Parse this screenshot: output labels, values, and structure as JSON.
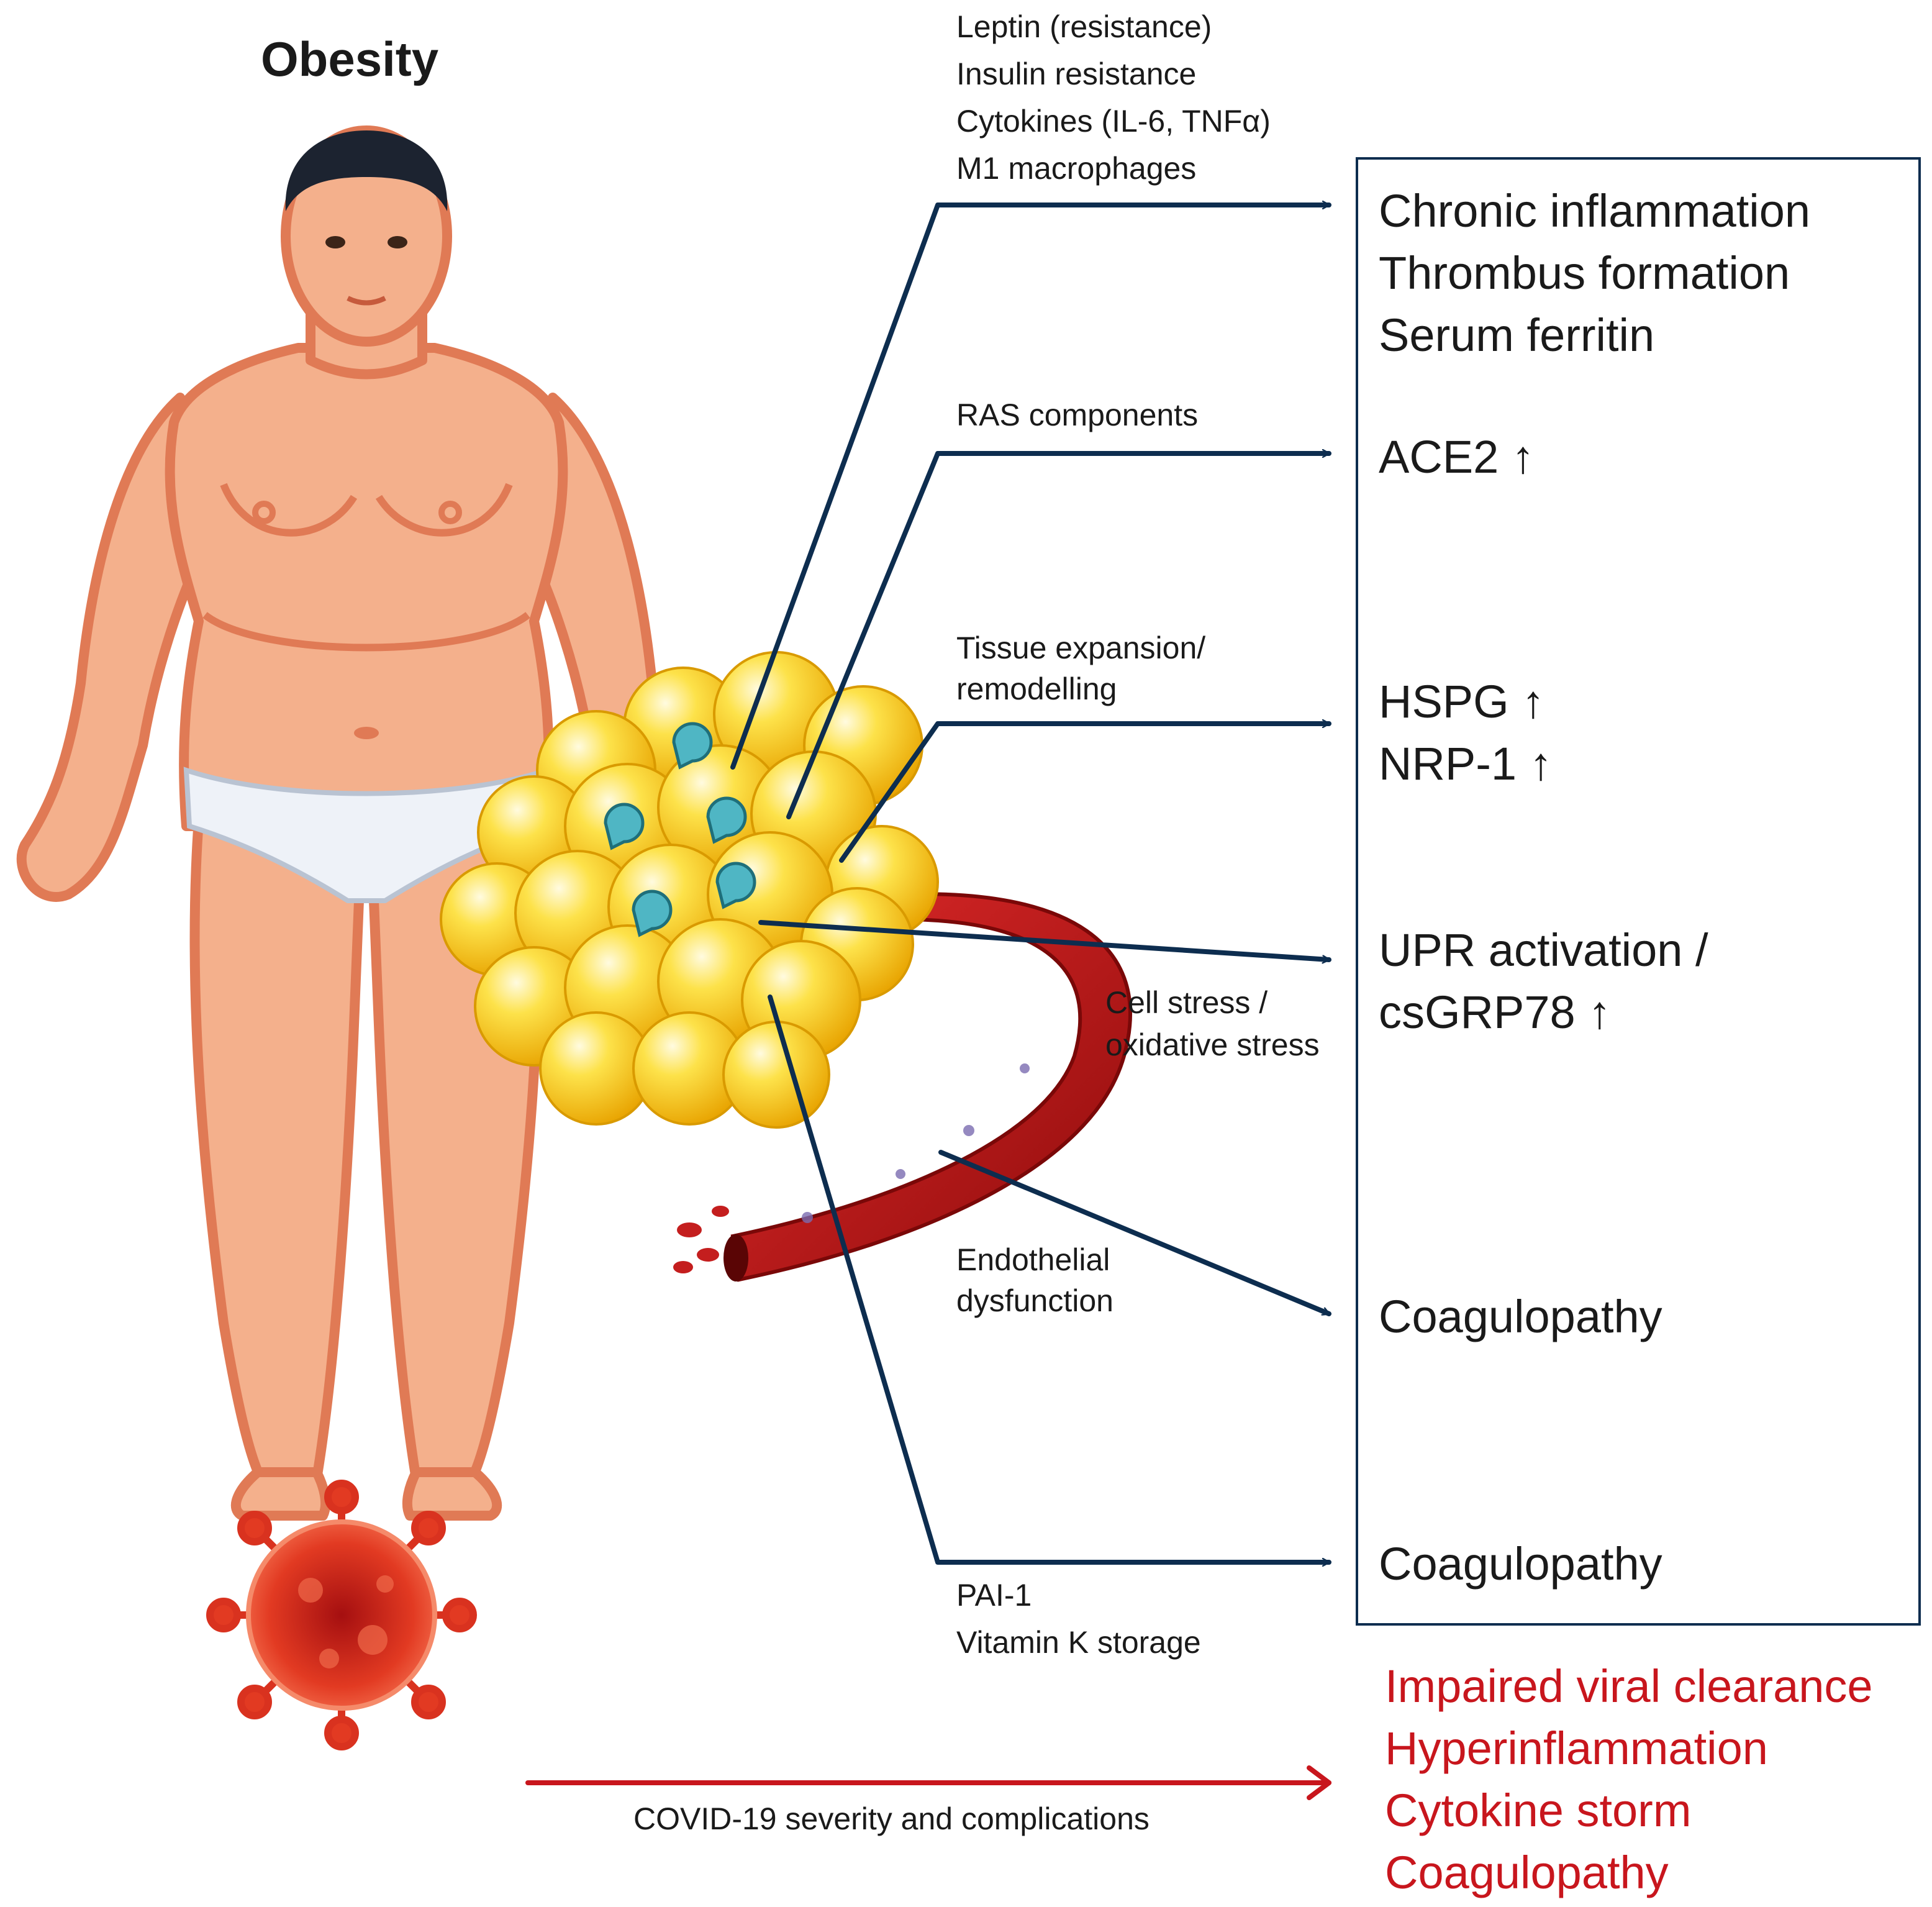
{
  "title": "Obesity",
  "factors": {
    "adipokines": [
      "Leptin (resistance)",
      "Insulin resistance",
      "Cytokines (IL-6, TNFα)",
      "M1 macrophages"
    ],
    "ras": "RAS components",
    "tissue": [
      "Tissue expansion/",
      "remodelling"
    ],
    "cell_stress": [
      "Cell stress /",
      "oxidative stress"
    ],
    "endothelial": [
      "Endothelial",
      "dysfunction"
    ],
    "pai": [
      "PAI-1",
      "Vitamin K storage"
    ],
    "covid": "COVID-19 severity and complications"
  },
  "outcomes": {
    "group1": [
      "Chronic inflammation",
      "Thrombus formation",
      "Serum ferritin"
    ],
    "ace2": "ACE2 ↑",
    "hspg": [
      "HSPG ↑",
      "NRP-1 ↑"
    ],
    "upr": [
      "UPR activation /",
      "csGRP78 ↑"
    ],
    "coag1": "Coagulopathy",
    "coag2": "Coagulopathy",
    "covid_outcomes": [
      "Impaired viral clearance",
      "Hyperinflammation",
      "Cytokine storm",
      "Coagulopathy"
    ]
  },
  "colors": {
    "arrow_navy": "#0d2d4f",
    "arrow_red": "#c8161d",
    "skin": "#f4b08c",
    "skin_outline": "#e07a55",
    "fat": "#f7c400",
    "vessel": "#b01515",
    "virus": "#d9321f"
  },
  "icons": [
    "human-figure-icon",
    "adipose-tissue-icon",
    "blood-vessel-icon",
    "coronavirus-icon"
  ]
}
